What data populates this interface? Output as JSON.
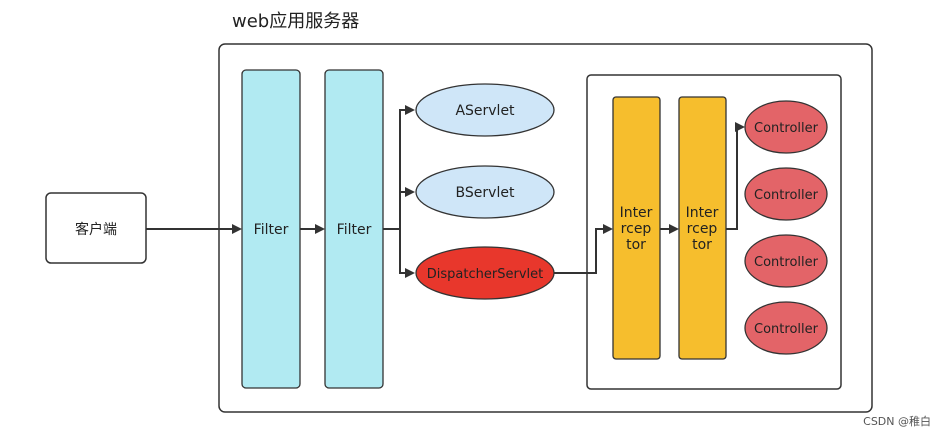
{
  "title": "web应用服务器",
  "client": "客户端",
  "filters": [
    "Filter",
    "Filter"
  ],
  "servlets": {
    "a": "AServlet",
    "b": "BServlet",
    "dispatcher": "DispatcherServlet"
  },
  "interceptor_lines": [
    "Inter",
    "rcep",
    "tor"
  ],
  "controllers": [
    "Controller",
    "Controller",
    "Controller",
    "Controller"
  ],
  "watermark": "CSDN @稚白",
  "colors": {
    "filter_fill": "#b1eaf2",
    "servlet_fill": "#cfe6f8",
    "dispatcher_fill": "#e8372c",
    "interceptor_fill": "#f6be2d",
    "controller_fill": "#e36468",
    "stroke": "#333333"
  }
}
